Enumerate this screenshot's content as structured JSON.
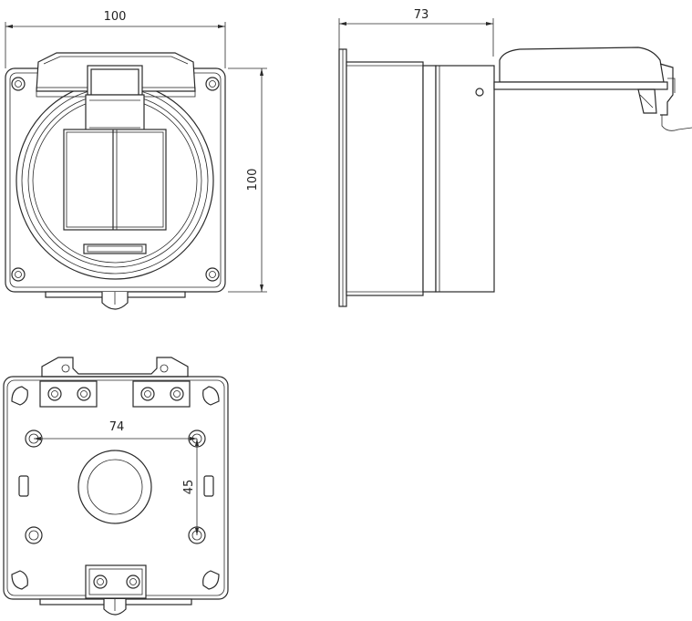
{
  "dimensions": {
    "front_width": "100",
    "front_height": "100",
    "side_depth": "73",
    "rear_hole_spacing_x": "74",
    "rear_hole_spacing_y": "45"
  }
}
